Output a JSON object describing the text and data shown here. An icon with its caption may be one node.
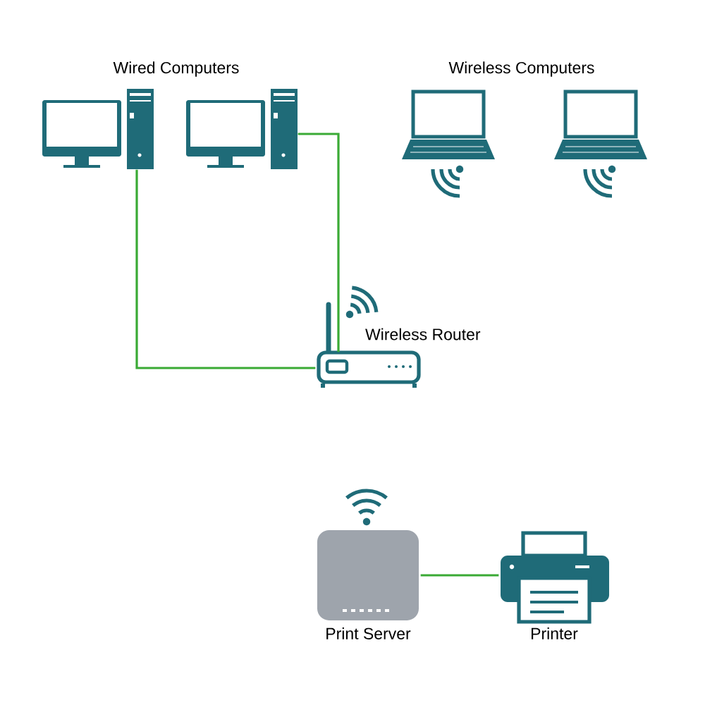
{
  "diagram": {
    "nodes": [
      {
        "text": [],
        "shape": "picture"
      },
      {
        "text": [],
        "shape": "picture"
      },
      {
        "text": [],
        "shape": "picture"
      },
      {
        "text": [],
        "shape": "picture"
      },
      {
        "text": [
          "Wireless Router"
        ]
      },
      {
        "text": [
          "Print Server"
        ]
      },
      {
        "text": [
          "Printer"
        ]
      }
    ],
    "edges": [
      {
        "from": 0,
        "to": 4,
        "arrow": "none"
      },
      {
        "from": 1,
        "to": 4,
        "arrow": "none"
      },
      {
        "from": 5,
        "to": 6,
        "arrow": "none"
      }
    ],
    "labels": [
      "Wired Computers",
      "Wireless Computers"
    ]
  }
}
